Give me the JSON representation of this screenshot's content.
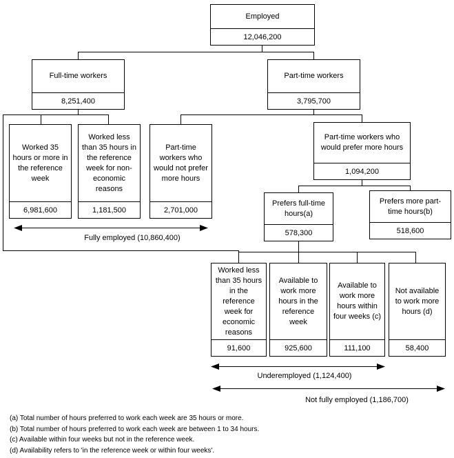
{
  "nodes": {
    "employed": {
      "label": "Employed",
      "value": "12,046,200"
    },
    "full_time": {
      "label": "Full-time workers",
      "value": "8,251,400"
    },
    "part_time": {
      "label": "Part-time workers",
      "value": "3,795,700"
    },
    "worked_35_plus": {
      "label": "Worked 35 hours or more in the reference week",
      "value": "6,981,600"
    },
    "worked_less_non_economic": {
      "label": "Worked less than 35 hours in the reference week for non-economic reasons",
      "value": "1,181,500"
    },
    "pt_not_prefer_more": {
      "label": "Part-time workers who would not prefer more hours",
      "value": "2,701,000"
    },
    "pt_prefer_more": {
      "label": "Part-time workers who would prefer more hours",
      "value": "1,094,200"
    },
    "prefers_full_time": {
      "label": "Prefers full-time hours(a)",
      "value": "578,300"
    },
    "prefers_more_part_time": {
      "label": "Prefers more part-time hours(b)",
      "value": "518,600"
    },
    "worked_less_economic": {
      "label": "Worked less than 35 hours in the reference week for economic reasons",
      "value": "91,600"
    },
    "available_in_ref_week": {
      "label": "Available to work more hours in the reference week",
      "value": "925,600"
    },
    "available_within_4_weeks": {
      "label": "Available to work more hours within four weeks (c)",
      "value": "111,100"
    },
    "not_available": {
      "label": "Not available to work more hours (d)",
      "value": "58,400"
    }
  },
  "brackets": {
    "fully_employed": "Fully employed (10,860,400)",
    "underemployed": "Underemployed (1,124,400)",
    "not_fully_employed": "Not fully employed (1,186,700)"
  },
  "notes": [
    "(a) Total number of hours preferred to work each week are 35 hours or more.",
    "(b) Total number of hours preferred to work each week are between 1 to 34 hours.",
    "(c) Available within four weeks but not in the reference week.",
    "(d) Availability refers to 'in the reference week or within four weeks'."
  ]
}
